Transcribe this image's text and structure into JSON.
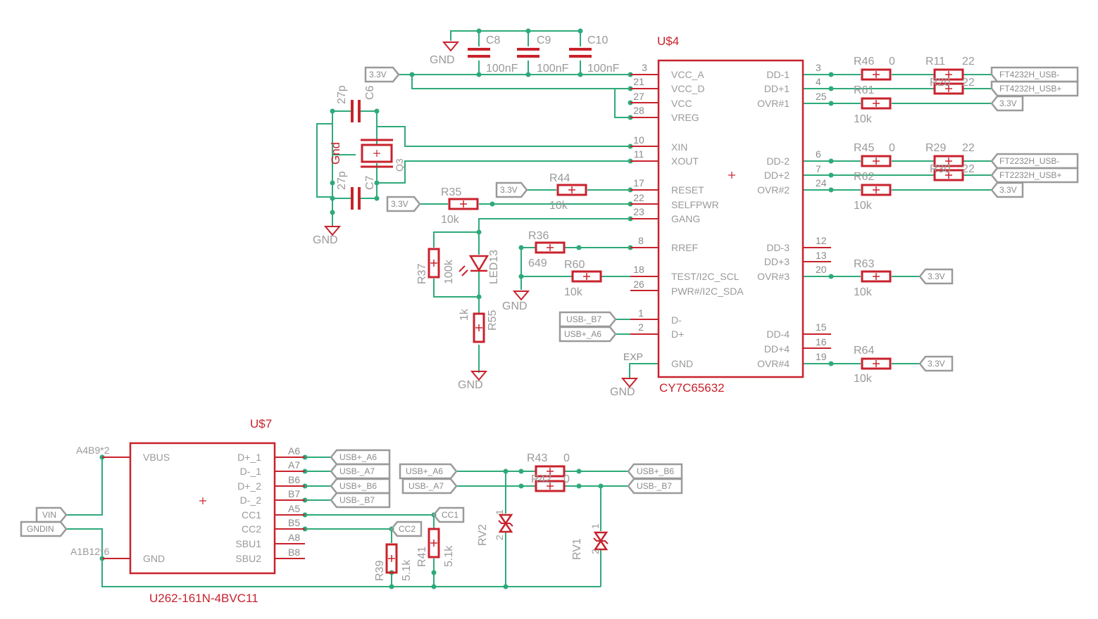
{
  "chips": {
    "u4": {
      "name": "U$4",
      "value": "CY7C65632",
      "left_pins": [
        {
          "num": "3",
          "name": "VCC_A"
        },
        {
          "num": "21",
          "name": "VCC_D"
        },
        {
          "num": "27",
          "name": "VCC"
        },
        {
          "num": "28",
          "name": "VREG"
        },
        {
          "num": "10",
          "name": "XIN"
        },
        {
          "num": "11",
          "name": "XOUT"
        },
        {
          "num": "17",
          "name": "RESET"
        },
        {
          "num": "22",
          "name": "SELFPWR"
        },
        {
          "num": "23",
          "name": "GANG"
        },
        {
          "num": "8",
          "name": "RREF"
        },
        {
          "num": "18",
          "name": "TEST/I2C_SCL"
        },
        {
          "num": "26",
          "name": "PWR#/I2C_SDA"
        },
        {
          "num": "1",
          "name": "D-"
        },
        {
          "num": "2",
          "name": "D+"
        },
        {
          "num": "EXP",
          "name": "GND"
        }
      ],
      "right_pins": [
        {
          "num": "3",
          "name": "DD-1"
        },
        {
          "num": "4",
          "name": "DD+1"
        },
        {
          "num": "25",
          "name": "OVR#1"
        },
        {
          "num": "6",
          "name": "DD-2"
        },
        {
          "num": "7",
          "name": "DD+2"
        },
        {
          "num": "24",
          "name": "OVR#2"
        },
        {
          "num": "12",
          "name": "DD-3"
        },
        {
          "num": "13",
          "name": "DD+3"
        },
        {
          "num": "20",
          "name": "OVR#3"
        },
        {
          "num": "15",
          "name": "DD-4"
        },
        {
          "num": "16",
          "name": "DD+4"
        },
        {
          "num": "19",
          "name": "OVR#4"
        }
      ]
    },
    "u7": {
      "name": "U$7",
      "value": "U262-161N-4BVC11",
      "left_pins": [
        {
          "num": "A4B9*2",
          "name": "VBUS"
        },
        {
          "num": "A1B12*6",
          "name": "GND"
        }
      ],
      "right_pins": [
        {
          "num": "A6",
          "name": "D+_1"
        },
        {
          "num": "A7",
          "name": "D-_1"
        },
        {
          "num": "B6",
          "name": "D+_2"
        },
        {
          "num": "B7",
          "name": "D-_2"
        },
        {
          "num": "A5",
          "name": "CC1"
        },
        {
          "num": "B5",
          "name": "CC2"
        },
        {
          "num": "A8",
          "name": "SBU1"
        },
        {
          "num": "B8",
          "name": "SBU2"
        }
      ]
    }
  },
  "caps": {
    "c8": {
      "name": "C8",
      "value": "100nF"
    },
    "c9": {
      "name": "C9",
      "value": "100nF"
    },
    "c10": {
      "name": "C10",
      "value": "100nF"
    },
    "c6": {
      "name": "C6",
      "value": "27p"
    },
    "c7": {
      "name": "C7",
      "value": "27p"
    }
  },
  "crystal": {
    "name": "Q3",
    "pin_label": "Gnd"
  },
  "resistors": {
    "r35": {
      "name": "R35",
      "value": "10k"
    },
    "r44": {
      "name": "R44",
      "value": "10k"
    },
    "r36": {
      "name": "R36",
      "value": "649"
    },
    "r60": {
      "name": "R60",
      "value": "10k"
    },
    "r37": {
      "name": "R37",
      "value": "100k"
    },
    "r55": {
      "name": "R55",
      "value": "1k"
    },
    "r46": {
      "name": "R46",
      "value": "0"
    },
    "r11": {
      "name": "R11",
      "value": "22"
    },
    "r20": {
      "name": "R20",
      "value": "22"
    },
    "r61": {
      "name": "R61",
      "value": "10k"
    },
    "r45": {
      "name": "R45",
      "value": "0"
    },
    "r29": {
      "name": "R29",
      "value": "22"
    },
    "r30": {
      "name": "R30",
      "value": "22"
    },
    "r62": {
      "name": "R62",
      "value": "10k"
    },
    "r63": {
      "name": "R63",
      "value": "10k"
    },
    "r64": {
      "name": "R64",
      "value": "10k"
    },
    "r43": {
      "name": "R43",
      "value": "0"
    },
    "r42": {
      "name": "R42",
      "value": "0"
    },
    "r39": {
      "name": "R39",
      "value": "5.1k"
    },
    "r41": {
      "name": "R41",
      "value": "5.1k"
    }
  },
  "led": {
    "name": "LED13"
  },
  "tvs": {
    "rv2": {
      "name": "RV2",
      "pin1": "1",
      "pin2": "2"
    },
    "rv1": {
      "name": "RV1",
      "pin1": "1",
      "pin2": "2"
    }
  },
  "supplies": {
    "gnd": "GND",
    "v33": "3.3V",
    "vin": "VIN",
    "gndin": "GNDIN"
  },
  "nets": {
    "ft4232_dm": "FT4232H_USB-",
    "ft4232_dp": "FT4232H_USB+",
    "ft2232_dm": "FT2232H_USB-",
    "ft2232_dp": "FT2232H_USB+",
    "usb_m_b7": "USB-_B7",
    "usb_p_a6": "USB+_A6",
    "usb_m_a7": "USB-_A7",
    "usb_p_b6": "USB+_B6",
    "cc1": "CC1",
    "cc2": "CC2"
  },
  "colors": {
    "wire": "#2eaa7a",
    "part": "#c8222c",
    "label": "#9a9a9a"
  }
}
